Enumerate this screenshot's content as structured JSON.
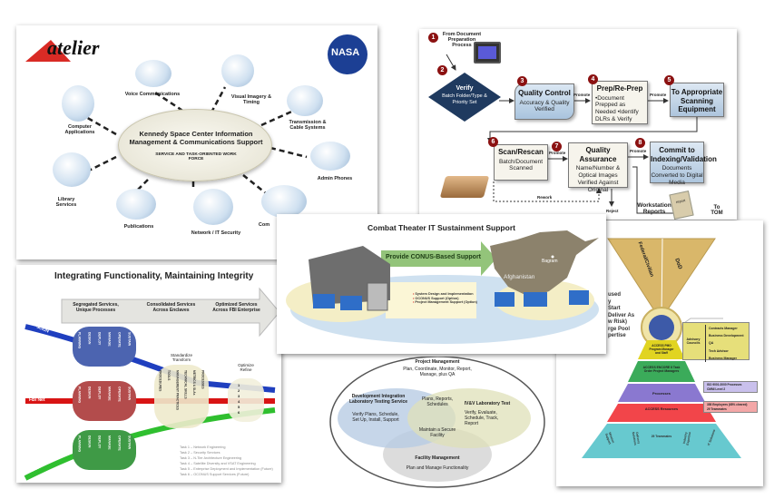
{
  "ksc": {
    "logo_left": "atelier",
    "logo_right": "NASA",
    "center_title": "Kennedy Space Center Information Management & Communications Support",
    "center_sub": "SERVICE AND TASK-ORIENTED WORK FORCE",
    "nodes": [
      "Voice Communications",
      "Visual Imagery & Timing",
      "Transmission & Cable Systems",
      "Computer Applications",
      "Admin Phones",
      "Library Services",
      "Publications",
      "Network / IT Security",
      "Com"
    ]
  },
  "workflow": {
    "steps": [
      {
        "n": "1",
        "title": "From Document Preparation Process"
      },
      {
        "n": "2",
        "title": "Verify",
        "text": "Batch Folder/Type & Priority Set"
      },
      {
        "n": "3",
        "title": "Quality Control",
        "text": "Accuracy & Quality Verified"
      },
      {
        "n": "4",
        "title": "Prep/Re-Prep",
        "text": "•Document Prepped as Needed •Identify DLRs & Verify"
      },
      {
        "n": "5",
        "title": "To Appropriate Scanning Equipment"
      },
      {
        "n": "6",
        "title": "Scan/Rescan",
        "text": "Batch/Document Scanned"
      },
      {
        "n": "7",
        "title": "Quality Assurance",
        "text": "Name/Number & Optical Images Verified Against Original"
      },
      {
        "n": "8",
        "title": "Commit to Indexing/Validation",
        "text": "Documents Converted to Digital Media"
      }
    ],
    "promote": "Promote",
    "rework": "Rework",
    "reject": "Reject",
    "workstation_reports": "Workstation Reports",
    "report_doc": "report",
    "to_tom": "To TOM"
  },
  "combat": {
    "title": "Combat Theater IT Sustainment Support",
    "arrow": "Provide CONUS-Based Support",
    "country": "Afghanistan",
    "city": "Bagram",
    "bullets": [
      "System Design and Implementation",
      "OCONUS Support (Option)",
      "Project Management Support (Option)"
    ]
  },
  "behind_fragments": [
    "used",
    "y",
    "Start",
    "Deliver As",
    "w Risk)",
    "rge Pool",
    "pertise"
  ],
  "integrating": {
    "title": "Integrating Functionality, Maintaining Integrity",
    "phases": [
      "Segregated Services, Unique Processes",
      "Consolidated Services Across Enclaves",
      "Optimized Services Across FBI Enterprise"
    ],
    "networks": [
      "SCION",
      "FBI Net",
      "UNet"
    ],
    "rings": [
      "PLANNING",
      "DESIGN",
      "DEPLOY",
      "MANAGE",
      "OPERATE",
      "SUSTAIN"
    ],
    "standardize": "Standardize Transform",
    "standardize_rings": [
      "PROCEDURES",
      "TOOLS",
      "MANAGEMENT PRACTICES",
      "TECHNICAL SKILLS",
      "METRICS & SLAs",
      "PROCESSES"
    ],
    "optimize": "Optimize Refine",
    "task_numbers": [
      "1",
      "2",
      "3",
      "4",
      "5",
      "6"
    ],
    "tasks": [
      "Task 1 – Network Engineering",
      "Task 2 – Security Services",
      "Task 3 – N-Tier Architecture Engineering",
      "Task 4 – Satellite Diversity and VSAT Engineering",
      "Task 5 – Enterprise Deployment and Implementation (Future)",
      "Task 6 – OCONUS Support Services (Future)"
    ]
  },
  "venn": {
    "outer_title": "Project Management",
    "outer_text": "Plan, Coordinate, Monitor, Report, Manage, plus QA",
    "left_title": "Development Integration Laboratory Testing Service",
    "left_text": "Verify Plans, Schedule, Set Up, Install, Support",
    "right_title": "IV&V Laboratory Test",
    "right_text": "Verify, Evaluate, Schedule, Track, Report",
    "center_top": "Plans, Reports, Schedules",
    "center_bottom": "Maintain a Secure Facility",
    "bottom_title": "Facility Management",
    "bottom_text": "Plan and Manage Functionality"
  },
  "pyramid": {
    "funnel": [
      "Federal/Civilian",
      "DoD"
    ],
    "layers": [
      "ACCESS PMO Program Manager and Staff",
      "ACCESS ENCORE II Task Order Project Managers",
      "Processes",
      "ACCESS Resources"
    ],
    "base": [
      "Mission Support",
      "Delivery Solutions",
      "29 Teammates",
      "Industry Expertise",
      "IT Solutions"
    ],
    "advisory_label": "Advisory Councils",
    "advisory": [
      "Contracts Manager",
      "Business Development",
      "QA",
      "Tech Advisor",
      "Business Manager"
    ],
    "processes_callout": [
      "ISO 9001:2000 Processes",
      "CMMI Level 2"
    ],
    "resources_callout": [
      "358 Employees (68% cleared)",
      "29 Teammates"
    ],
    "colors": {
      "funnel": "#d9b76a",
      "yellow": "#e1d421",
      "green": "#3bab5a",
      "purple": "#8a78d0",
      "red": "#f2454a",
      "teal": "#67c9cf"
    }
  }
}
